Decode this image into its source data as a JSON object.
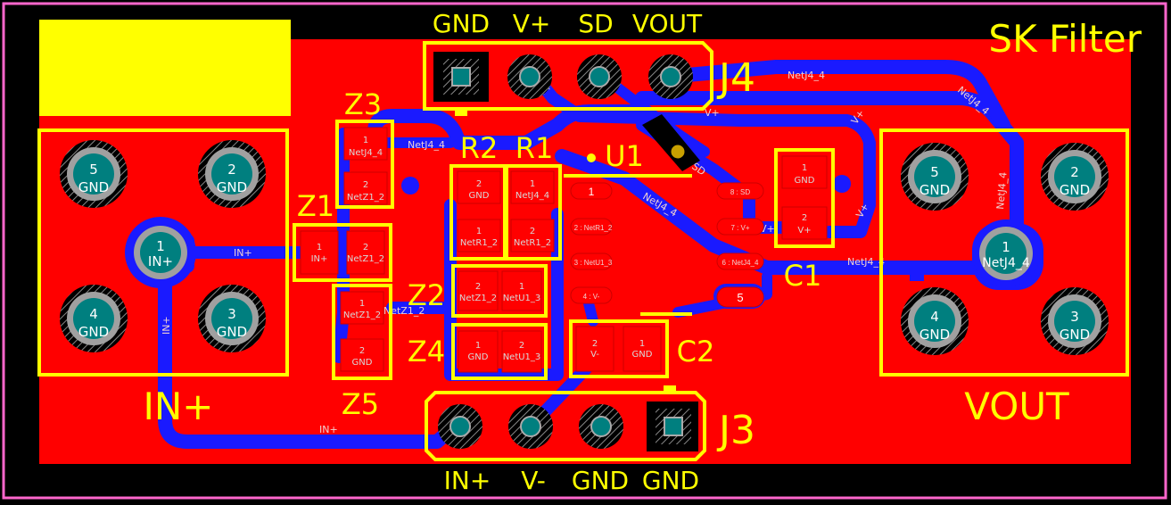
{
  "title": "SK Filter",
  "colors": {
    "background": "#000000",
    "board_outline": "#ff66cc",
    "copper_top": "#ff0000",
    "copper_bottom": "#1a1aff",
    "silkscreen": "#ffff00",
    "pad_teal": "#007f7f",
    "drill_gray": "#a0a0a0"
  },
  "connectors": {
    "j4": {
      "ref": "J4",
      "pins": [
        "GND",
        "V+",
        "SD",
        "VOUT"
      ]
    },
    "j3": {
      "ref": "J3",
      "pins": [
        "IN+",
        "V-",
        "GND",
        "GND"
      ]
    },
    "in_sma": {
      "label": "IN+",
      "pads": [
        {
          "num": "5",
          "net": "GND"
        },
        {
          "num": "2",
          "net": "GND"
        },
        {
          "num": "1",
          "net": "IN+"
        },
        {
          "num": "4",
          "net": "GND"
        },
        {
          "num": "3",
          "net": "GND"
        }
      ]
    },
    "out_sma": {
      "label": "VOUT",
      "pads": [
        {
          "num": "5",
          "net": "GND"
        },
        {
          "num": "2",
          "net": "GND"
        },
        {
          "num": "1",
          "net": "NetJ4_4"
        },
        {
          "num": "4",
          "net": "GND"
        },
        {
          "num": "3",
          "net": "GND"
        }
      ]
    }
  },
  "components": [
    {
      "ref": "Z3",
      "pads": [
        {
          "num": "1",
          "net": "NetJ4_4"
        },
        {
          "num": "2",
          "net": "NetZ1_2"
        }
      ]
    },
    {
      "ref": "Z1",
      "pads": [
        {
          "num": "1",
          "net": "IN+"
        },
        {
          "num": "2",
          "net": "NetZ1_2"
        }
      ]
    },
    {
      "ref": "Z5",
      "pads": [
        {
          "num": "1",
          "net": "NetZ1_2"
        },
        {
          "num": "2",
          "net": "GND"
        }
      ]
    },
    {
      "ref": "R2",
      "pads": [
        {
          "num": "2",
          "net": "GND"
        },
        {
          "num": "1",
          "net": "NetR1_2"
        }
      ]
    },
    {
      "ref": "R1",
      "pads": [
        {
          "num": "1",
          "net": "NetJ4_4"
        },
        {
          "num": "2",
          "net": "NetR1_2"
        }
      ]
    },
    {
      "ref": "Z2",
      "pads": [
        {
          "num": "2",
          "net": "NetZ1_2"
        },
        {
          "num": "1",
          "net": "NetU1_3"
        }
      ]
    },
    {
      "ref": "Z4",
      "pads": [
        {
          "num": "1",
          "net": "GND"
        },
        {
          "num": "2",
          "net": "NetU1_3"
        }
      ]
    },
    {
      "ref": "U1",
      "pins": [
        "1",
        "2 : NetR1_2",
        "3 : NetU1_3",
        "4 : V-",
        "5",
        "6 : NetJ4_4",
        "7 : V+",
        "8 : SD"
      ]
    },
    {
      "ref": "C1",
      "pads": [
        {
          "num": "1",
          "net": "GND"
        },
        {
          "num": "2",
          "net": "V+"
        }
      ]
    },
    {
      "ref": "C2",
      "pads": [
        {
          "num": "2",
          "net": "V-"
        },
        {
          "num": "1",
          "net": "GND"
        }
      ]
    }
  ],
  "trace_labels": [
    "NetJ4_4",
    "NetJ4_4",
    "NetJ4_4",
    "NetJ4_4",
    "NetJ4_4",
    "NetJ4_4",
    "IN+",
    "IN+",
    "IN+",
    "V+",
    "V+",
    "V+",
    "V+",
    "V+",
    "SD",
    "NetZ1_2"
  ]
}
